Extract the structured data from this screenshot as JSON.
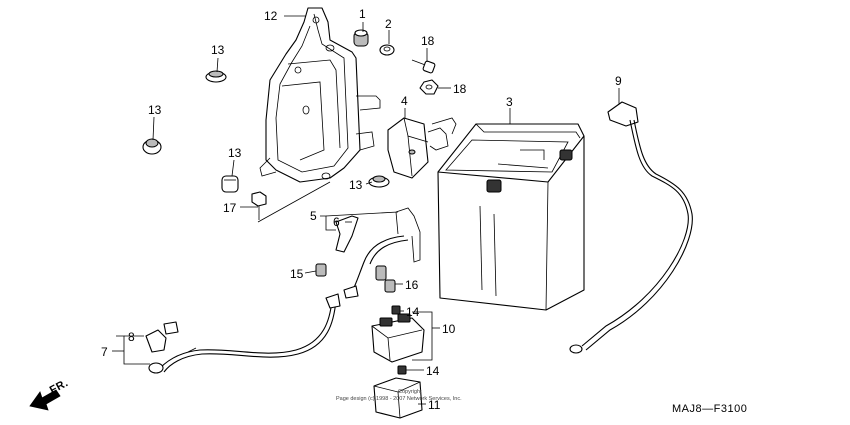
{
  "diagram": {
    "code": "MAJ8—F3100",
    "direction": "FR.",
    "watermark_line1": "Copyright",
    "watermark_line2": "Page design (c) 1998 - 2007 Network Services, Inc."
  },
  "callouts": [
    {
      "id": "c1",
      "label": "1"
    },
    {
      "id": "c2",
      "label": "2"
    },
    {
      "id": "c3",
      "label": "3"
    },
    {
      "id": "c4",
      "label": "4"
    },
    {
      "id": "c5",
      "label": "5"
    },
    {
      "id": "c6",
      "label": "6"
    },
    {
      "id": "c7",
      "label": "7"
    },
    {
      "id": "c8",
      "label": "8"
    },
    {
      "id": "c9",
      "label": "9"
    },
    {
      "id": "c10",
      "label": "10"
    },
    {
      "id": "c11",
      "label": "11"
    },
    {
      "id": "c12",
      "label": "12"
    },
    {
      "id": "c13a",
      "label": "13"
    },
    {
      "id": "c13b",
      "label": "13"
    },
    {
      "id": "c13c",
      "label": "13"
    },
    {
      "id": "c13d",
      "label": "13"
    },
    {
      "id": "c14a",
      "label": "14"
    },
    {
      "id": "c14b",
      "label": "14"
    },
    {
      "id": "c15",
      "label": "15"
    },
    {
      "id": "c16",
      "label": "16"
    },
    {
      "id": "c17",
      "label": "17"
    },
    {
      "id": "c18a",
      "label": "18"
    },
    {
      "id": "c18b",
      "label": "18"
    }
  ]
}
